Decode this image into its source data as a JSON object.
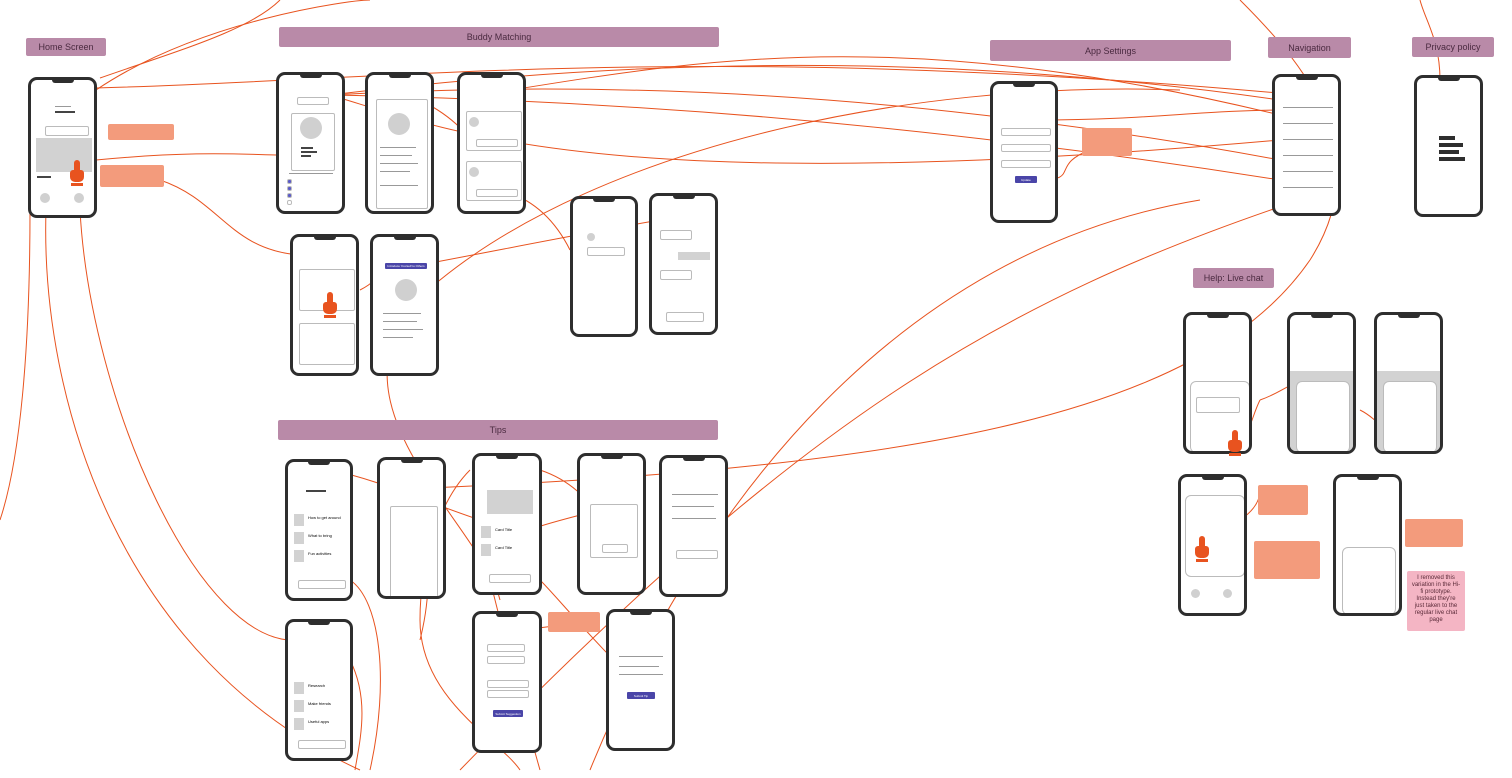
{
  "sections": {
    "home_screen": "Home Screen",
    "buddy_matching": "Buddy Matching",
    "tips": "Tips",
    "app_settings": "App Settings",
    "navigation": "Navigation",
    "privacy_policy": "Privacy policy",
    "help_live_chat": "Help: Live chat"
  },
  "tips_cards": {
    "card1": "How to get around",
    "card2": "What to bring",
    "card3": "Fun activities",
    "card4": "Research",
    "card5": "Make friends",
    "card6": "Useful apps",
    "card7": "Card Title",
    "card8": "Card Title"
  },
  "buttons": {
    "update": "Update",
    "submit_tip": "Submit Tip",
    "submit_suggestion": "Submit Suggestion",
    "buddy_banner": "Introduce Yourself to Others"
  },
  "sticky_note": {
    "removed_variation": "I removed this variation in the Hi-fi prototype. Instead they're just taken to the regular live chat page"
  },
  "colors": {
    "section_label": "#b98aa8",
    "connector": "#e8531f",
    "sticky": "#f39b7c",
    "sticky_pink": "#f4b5c4",
    "button": "#4a45a8"
  }
}
